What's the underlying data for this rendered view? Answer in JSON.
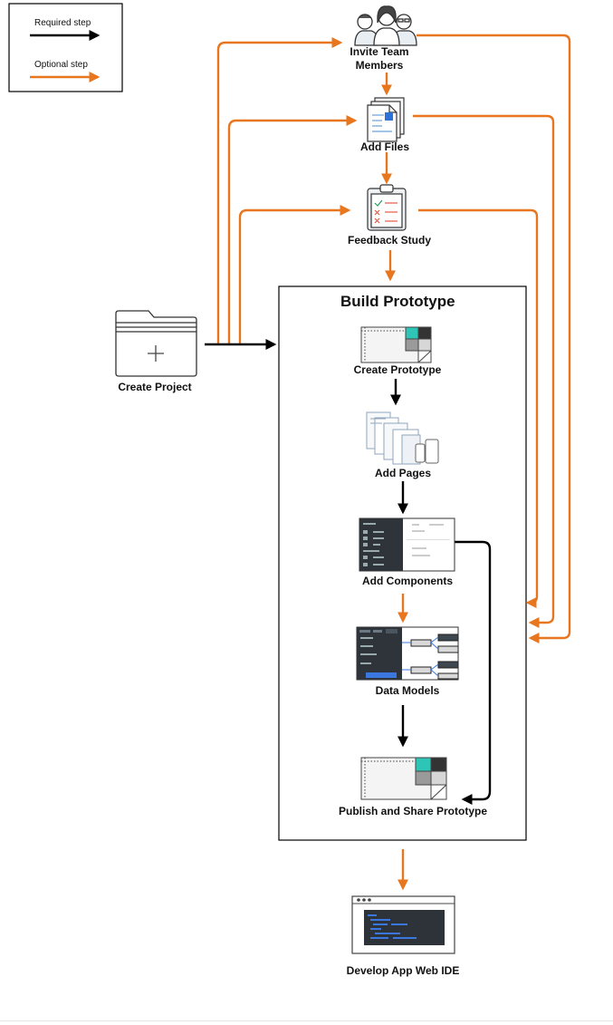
{
  "legend": {
    "required_label": "Required step",
    "optional_label": "Optional step"
  },
  "colors": {
    "required": "#000000",
    "optional": "#e8761e",
    "accent_teal": "#2ec4b6",
    "ide_dark": "#2e333a",
    "ide_code": "#3a78e0"
  },
  "nodes": {
    "invite_team_members": "Invite Team\nMembers",
    "add_files": "Add Files",
    "feedback_study": "Feedback Study",
    "create_project": "Create Project",
    "build_prototype_title": "Build Prototype",
    "create_prototype": "Create Prototype",
    "add_pages": "Add Pages",
    "add_components": "Add Components",
    "data_models": "Data Models",
    "publish_and_share": "Publish and Share Prototype",
    "develop_app": "Develop App Web IDE"
  },
  "icons": {
    "team": "people-group-icon",
    "files": "document-stack-icon",
    "feedback": "clipboard-checklist-icon",
    "project": "folder-plus-icon",
    "prototype": "prototype-canvas-icon",
    "pages": "pages-devices-icon",
    "components": "components-panel-icon",
    "data_models": "data-model-icon",
    "publish": "prototype-canvas-icon",
    "ide": "code-editor-window-icon"
  }
}
